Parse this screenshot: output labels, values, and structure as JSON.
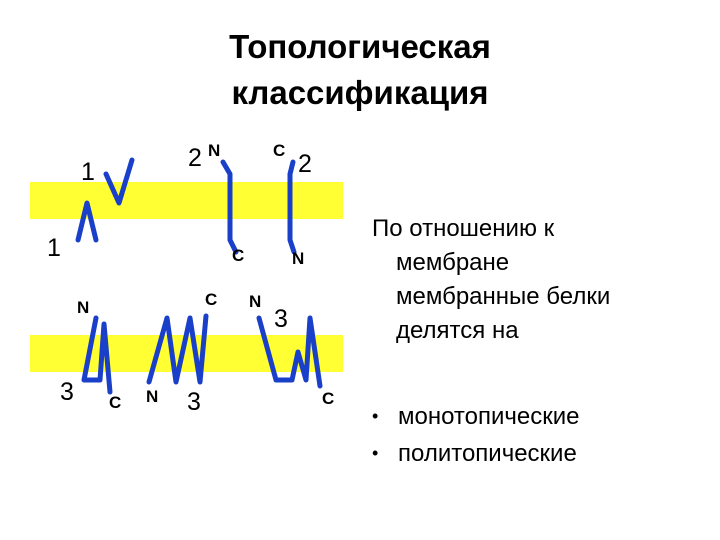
{
  "title": {
    "line1": "Топологическая",
    "line2": "классификация"
  },
  "description": {
    "lines": [
      "По отношению к",
      "мембране",
      "мембранные белки",
      "делятся на"
    ]
  },
  "types": {
    "bullet": "•",
    "items": [
      "монотопические",
      "политопические"
    ]
  },
  "diagram": {
    "colors": {
      "membrane": "#ffff33",
      "protein": "#1a3fc9",
      "text": "#000000"
    },
    "labels": {
      "type1_top": "1",
      "type1_bottom": "1",
      "type2_left_num": "2",
      "type2_left_n": "N",
      "type2_left_c": "C",
      "type2_right_c": "C",
      "type2_right_num": "2",
      "type2_right_n": "N",
      "type3_left_n": "N",
      "type3_left_num": "3",
      "type3_left_c": "C",
      "type3_mid_c": "C",
      "type3_mid_n": "N",
      "type3_mid_num": "3",
      "type3_right_n": "N",
      "type3_right_num": "3",
      "type3_right_c": "C"
    }
  }
}
